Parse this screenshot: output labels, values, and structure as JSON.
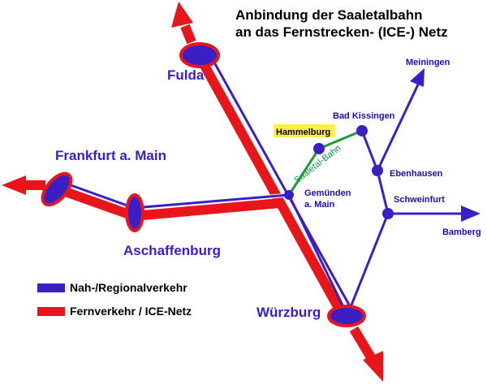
{
  "title": {
    "line1": "Anbindung der Saaletalbahn",
    "line2": "an das Fernstrecken- (ICE-) Netz"
  },
  "cities": {
    "fulda": "Fulda",
    "frankfurt": "Frankfurt a. Main",
    "aschaffenburg": "Aschaffenburg",
    "wuerzburg": "Würzburg",
    "hammelburg": "Hammelburg",
    "bad_kissingen": "Bad Kissingen",
    "ebenhausen": "Ebenhausen",
    "gemuenden_1": "Gemünden",
    "gemuenden_2": "a. Main",
    "schweinfurt": "Schweinfurt",
    "meiningen": "Meiningen",
    "bamberg": "Bamberg"
  },
  "line_label": "Saaletal-Bahn",
  "legend": {
    "regional": "Nah-/Regionalverkehr",
    "longdistance": "Fernverkehr / ICE-Netz"
  },
  "colors": {
    "ice_red": "#e8161b",
    "regional_blue": "#3a20c4",
    "saale_green": "#1a9a3a",
    "node_fill": "#3a20c4",
    "hammelburg_highlight": "#ffee44"
  }
}
